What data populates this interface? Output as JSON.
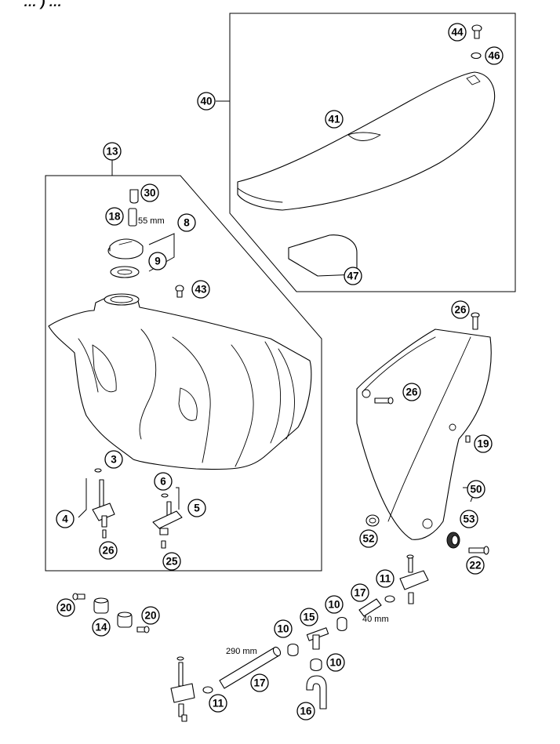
{
  "diagram": {
    "title_fragment": "… )     …",
    "callouts": {
      "c3": "3",
      "c4": "4",
      "c5": "5",
      "c6": "6",
      "c8": "8",
      "c9": "9",
      "c10a": "10",
      "c10b": "10",
      "c10c": "10",
      "c11a": "11",
      "c11b": "11",
      "c13": "13",
      "c14": "14",
      "c15": "15",
      "c16": "16",
      "c17a": "17",
      "c17b": "17",
      "c18": "18",
      "c19": "19",
      "c20a": "20",
      "c20b": "20",
      "c22": "22",
      "c25": "25",
      "c26a": "26",
      "c26b": "26",
      "c26c": "26",
      "c30": "30",
      "c40": "40",
      "c41": "41",
      "c43": "43",
      "c44": "44",
      "c46": "46",
      "c47": "47",
      "c50": "50",
      "c52": "52",
      "c53": "53"
    },
    "dimensions": {
      "hose_short": "55 mm",
      "hose_medium": "40 mm",
      "hose_long": "290 mm"
    }
  }
}
